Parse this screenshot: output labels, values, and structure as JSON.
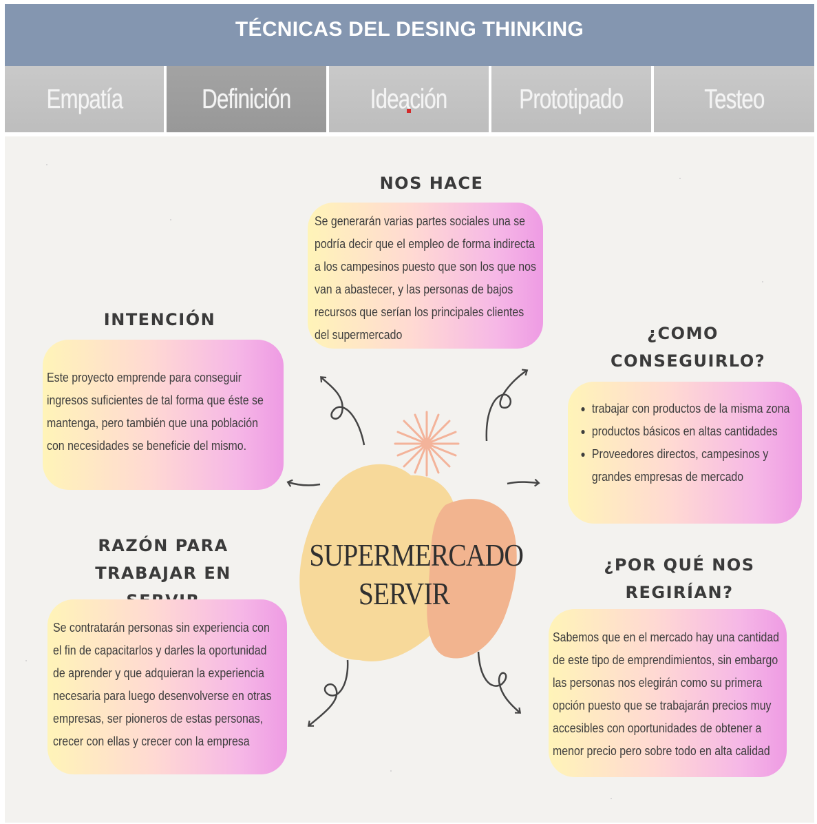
{
  "header": {
    "title": "TÉCNICAS DEL DESING THINKING"
  },
  "tabs": [
    {
      "label": "Empatía",
      "active": false
    },
    {
      "label": "Definición",
      "active": true
    },
    {
      "label": "Ideación",
      "active": false
    },
    {
      "label": "Prototipado",
      "active": false
    },
    {
      "label": "Testeo",
      "active": false
    }
  ],
  "mindmap": {
    "center": {
      "line1": "SUPERMERCADO",
      "line2": "SERVIR"
    },
    "diferentes": {
      "title": "NOS HACE DIFERENTES",
      "text": " Se generarán varias partes sociales una se podría decir que el empleo de forma indirecta a los campesinos puesto que son los que nos van a abastecer, y las personas de bajos recursos que serían los principales clientes del supermercado"
    },
    "intencion": {
      "title": "INTENCIÓN",
      "text": "Este proyecto emprende para conseguir ingresos suficientes de tal forma que éste se mantenga, pero también que una población con necesidades se beneficie del mismo."
    },
    "como": {
      "title_line1": "¿COMO",
      "title_line2": "CONSEGUIRLO?",
      "items": [
        "trabajar con productos de la misma zona",
        "productos básicos en altas cantidades",
        "Proveedores directos, campesinos y grandes empresas de mercado"
      ]
    },
    "razon": {
      "title_line1": "RAZÓN PARA",
      "title_line2": "TRABAJAR EN SERVIR",
      "text": "Se contratarán personas sin experiencia con el fin de capacitarlos y darles la oportunidad de aprender y que adquieran la experiencia necesaria para luego desenvolverse en otras empresas, ser pioneros de estas personas, crecer con ellas y crecer con la empresa"
    },
    "porque": {
      "title_line1": "¿POR QUÉ NOS",
      "title_line2": "REGIRÍAN?",
      "text": " Sabemos que en el mercado hay una cantidad de este tipo de emprendimientos, sin embargo las personas nos elegirán como su primera opción puesto que se trabajarán precios muy accesibles con oportunidades de obtener a menor precio pero sobre todo en alta calidad"
    }
  },
  "colors": {
    "header_bg": "#8496b0",
    "tab_bg": "#c4c4c4",
    "tab_active_bg": "#9e9e9e",
    "blob_yellow": "#f7d99a",
    "blob_peach": "#f2b48f",
    "sun": "#f3b39a"
  }
}
